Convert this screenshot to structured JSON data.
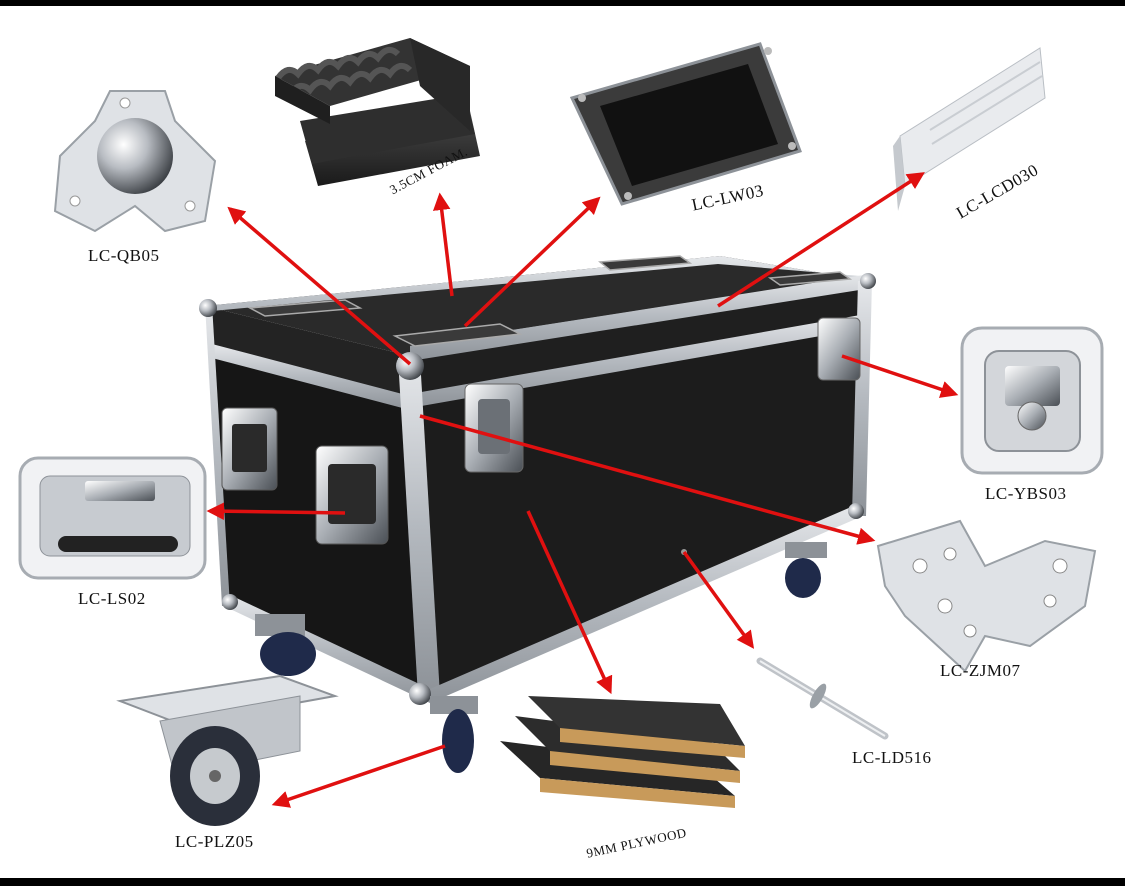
{
  "labels": {
    "qb05": "LC-QB05",
    "foam": "3.5CM FOAM.",
    "lw03": "LC-LW03",
    "lcd030": "LC-LCD030",
    "ybs03": "LC-YBS03",
    "ls02": "LC-LS02",
    "zjm07": "LC-ZJM07",
    "ld516": "LC-LD516",
    "plz05": "LC-PLZ05",
    "plywood": "9MM PLYWOOD"
  },
  "colors": {
    "case_body": "#1c1c1c",
    "aluminum": "#c9cdd2",
    "arrow": "#e01010",
    "background": "#ffffff"
  }
}
